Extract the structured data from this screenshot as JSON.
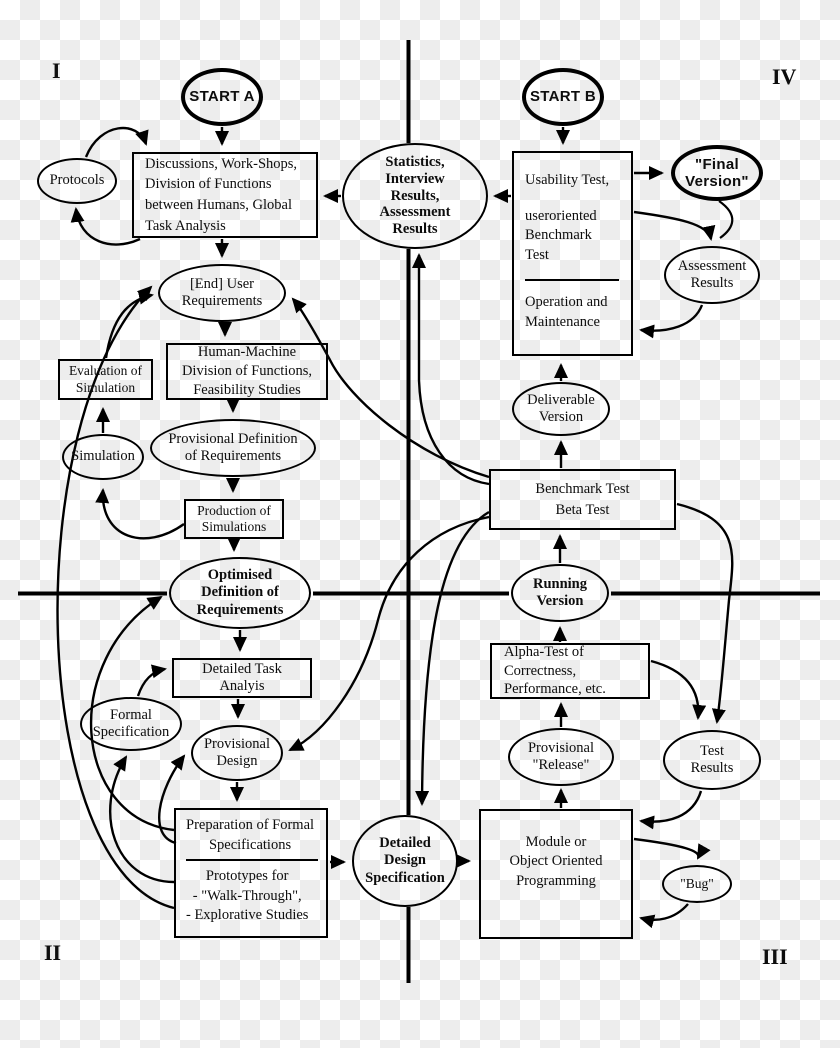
{
  "quadrants": {
    "i": "I",
    "ii": "II",
    "iii": "III",
    "iv": "IV"
  },
  "nodes": {
    "start_a": "START A",
    "protocols": "Protocols",
    "discussions": "Discussions, Work-Shops,\nDivision of Functions\nbetween Humans, Global\nTask Analysis",
    "end_user_requirements": "[End] User\nRequirements",
    "evaluation_of_simulation": "Evaluation of\nSimulation",
    "human_machine": "Human-Machine\nDivision of Functions,\nFeasibility Studies",
    "simulation": "Simulation",
    "provisional_definition": "Provisional Definition\nof Requirements",
    "production_of_simulations": "Production of\nSimulations",
    "optimised_definition": "Optimised\nDefinition of\nRequirements",
    "detailed_task_analyis": "Detailed Task\nAnalyis",
    "formal_specification": "Formal\nSpecification",
    "provisional_design": "Provisional\nDesign",
    "preparation_top": "Preparation of Formal\nSpecifications",
    "preparation_bottom": "Prototypes for\n- \"Walk-Through\",\n- Explorative Studies",
    "statistics": "Statistics,\nInterview\nResults,\nAssessment\nResults",
    "detailed_design_specification": "Detailed\nDesign\nSpecification",
    "start_b": "START B",
    "usability_line1": "Usability Test,",
    "usability_line2": "useroriented\nBenchmark\nTest",
    "usability_line3": "Operation and\nMaintenance",
    "final_version": "\"Final\nVersion\"",
    "assessment_results": "Assessment\nResults",
    "deliverable_version": "Deliverable\nVersion",
    "benchmark_beta": "Benchmark Test\nBeta Test",
    "running_version": "Running\nVersion",
    "alpha_test": "Alpha-Test of\nCorrectness,\nPerformance, etc.",
    "provisional_release": "Provisional\n\"Release\"",
    "test_results": "Test\nResults",
    "module_programming": "Module or\nObject Oriented\nProgramming",
    "bug": "\"Bug\""
  },
  "colors": {
    "line": "#000000",
    "text": "#0d0d0d",
    "checker_white": "#ffffff",
    "checker_gray": "#ededed"
  }
}
